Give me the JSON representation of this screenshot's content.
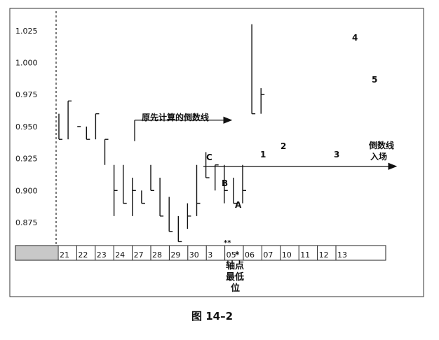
{
  "chart_data": {
    "type": "bar",
    "subtype": "ohlc-close-tick",
    "figure_caption": "图 14–2",
    "ylim": [
      0.855,
      1.04
    ],
    "y_ticks": [
      "0.875",
      "0.900",
      "0.925",
      "0.950",
      "0.975",
      "1.000",
      "1.025"
    ],
    "y_tick_values": [
      0.875,
      0.9,
      0.925,
      0.95,
      0.975,
      1.0,
      1.025
    ],
    "dates": [
      "21",
      "22",
      "23",
      "24",
      "27",
      "28",
      "29",
      "30",
      "3",
      "05",
      "06",
      "07",
      "10",
      "11",
      "12",
      "13"
    ],
    "bars": [
      {
        "slot": 0,
        "high": 0.96,
        "low": 0.94,
        "close": 0.94
      },
      {
        "slot": 1,
        "high": 0.97,
        "low": 0.94,
        "close": 0.97
      },
      {
        "slot": 2,
        "high": 0.95,
        "low": 0.95,
        "close": 0.95
      },
      {
        "slot": 3,
        "high": 0.95,
        "low": 0.94,
        "close": 0.94
      },
      {
        "slot": 4,
        "high": 0.96,
        "low": 0.94,
        "close": 0.96
      },
      {
        "slot": 5,
        "high": 0.94,
        "low": 0.92,
        "close": 0.94
      },
      {
        "slot": 6,
        "high": 0.92,
        "low": 0.88,
        "close": 0.9
      },
      {
        "slot": 7,
        "high": 0.92,
        "low": 0.89,
        "close": 0.89
      },
      {
        "slot": 8,
        "high": 0.91,
        "low": 0.88,
        "close": 0.9
      },
      {
        "slot": 9,
        "high": 0.9,
        "low": 0.89,
        "close": 0.89
      },
      {
        "slot": 10,
        "high": 0.92,
        "low": 0.9,
        "close": 0.9
      },
      {
        "slot": 11,
        "high": 0.91,
        "low": 0.88,
        "close": 0.88
      },
      {
        "slot": 12,
        "high": 0.895,
        "low": 0.868,
        "close": 0.868
      },
      {
        "slot": 13,
        "high": 0.88,
        "low": 0.86,
        "close": 0.86
      },
      {
        "slot": 14,
        "high": 0.89,
        "low": 0.87,
        "close": 0.88
      },
      {
        "slot": 15,
        "high": 0.92,
        "low": 0.88,
        "close": 0.89
      },
      {
        "slot": 16,
        "high": 0.93,
        "low": 0.91,
        "close": 0.91
      },
      {
        "slot": 17,
        "high": 0.92,
        "low": 0.9,
        "close": 0.92
      },
      {
        "slot": 18,
        "high": 0.92,
        "low": 0.89,
        "close": 0.9
      },
      {
        "slot": 19,
        "high": 0.91,
        "low": 0.89,
        "close": 0.89
      },
      {
        "slot": 20,
        "high": 0.92,
        "low": 0.89,
        "close": 0.9
      },
      {
        "slot": 21,
        "high": 1.03,
        "low": 0.96,
        "close": 0.96
      },
      {
        "slot": 22,
        "high": 0.98,
        "low": 0.96,
        "close": 0.975
      }
    ],
    "lines": [
      {
        "name": "原先计算的倒数线",
        "value": 0.955
      },
      {
        "name": "倒数线 入场",
        "value": 0.92
      }
    ],
    "annotations": {
      "orig_line": "原先计算的倒数线",
      "entry_line_1": "倒数线",
      "entry_line_2": "入场",
      "C": "C",
      "B": "B",
      "A": "A",
      "n1": "1",
      "n2": "2",
      "n3": "3",
      "n4": "4",
      "n5": "5",
      "double_star": "**",
      "star": "*",
      "pivot_1": "轴点",
      "pivot_2": "最低",
      "pivot_3": "位"
    },
    "grid": false
  }
}
